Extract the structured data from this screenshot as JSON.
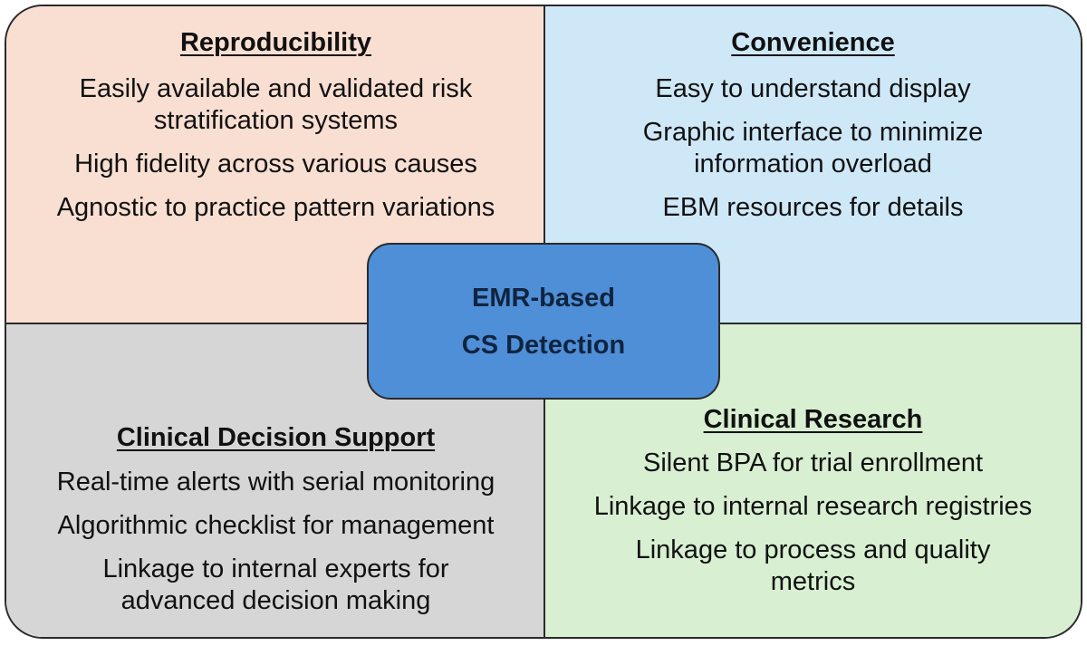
{
  "colors": {
    "reproducibility_bg": "#f9dfd2",
    "convenience_bg": "#cfe8f8",
    "clinical_decision_bg": "#d6d6d6",
    "clinical_research_bg": "#d8efd2",
    "center_bg": "#4f8fd8",
    "border": "#2a2a2a"
  },
  "center": {
    "line1": "EMR-based",
    "line2": "CS Detection"
  },
  "quadrants": {
    "reproducibility": {
      "title": "Reproducibility",
      "items": [
        "Easily available and validated risk stratification systems",
        "High fidelity across various causes",
        "Agnostic to practice pattern variations"
      ]
    },
    "convenience": {
      "title": "Convenience",
      "items": [
        "Easy to understand display",
        "Graphic interface to minimize information overload",
        "EBM resources for details"
      ]
    },
    "clinical_decision_support": {
      "title": "Clinical Decision Support",
      "items": [
        "Real-time alerts with serial monitoring",
        "Algorithmic checklist for management",
        "Linkage to internal experts for advanced decision making"
      ]
    },
    "clinical_research": {
      "title": "Clinical Research",
      "items": [
        "Silent BPA for trial enrollment",
        "Linkage to internal research registries",
        "Linkage to process and quality metrics"
      ]
    }
  }
}
